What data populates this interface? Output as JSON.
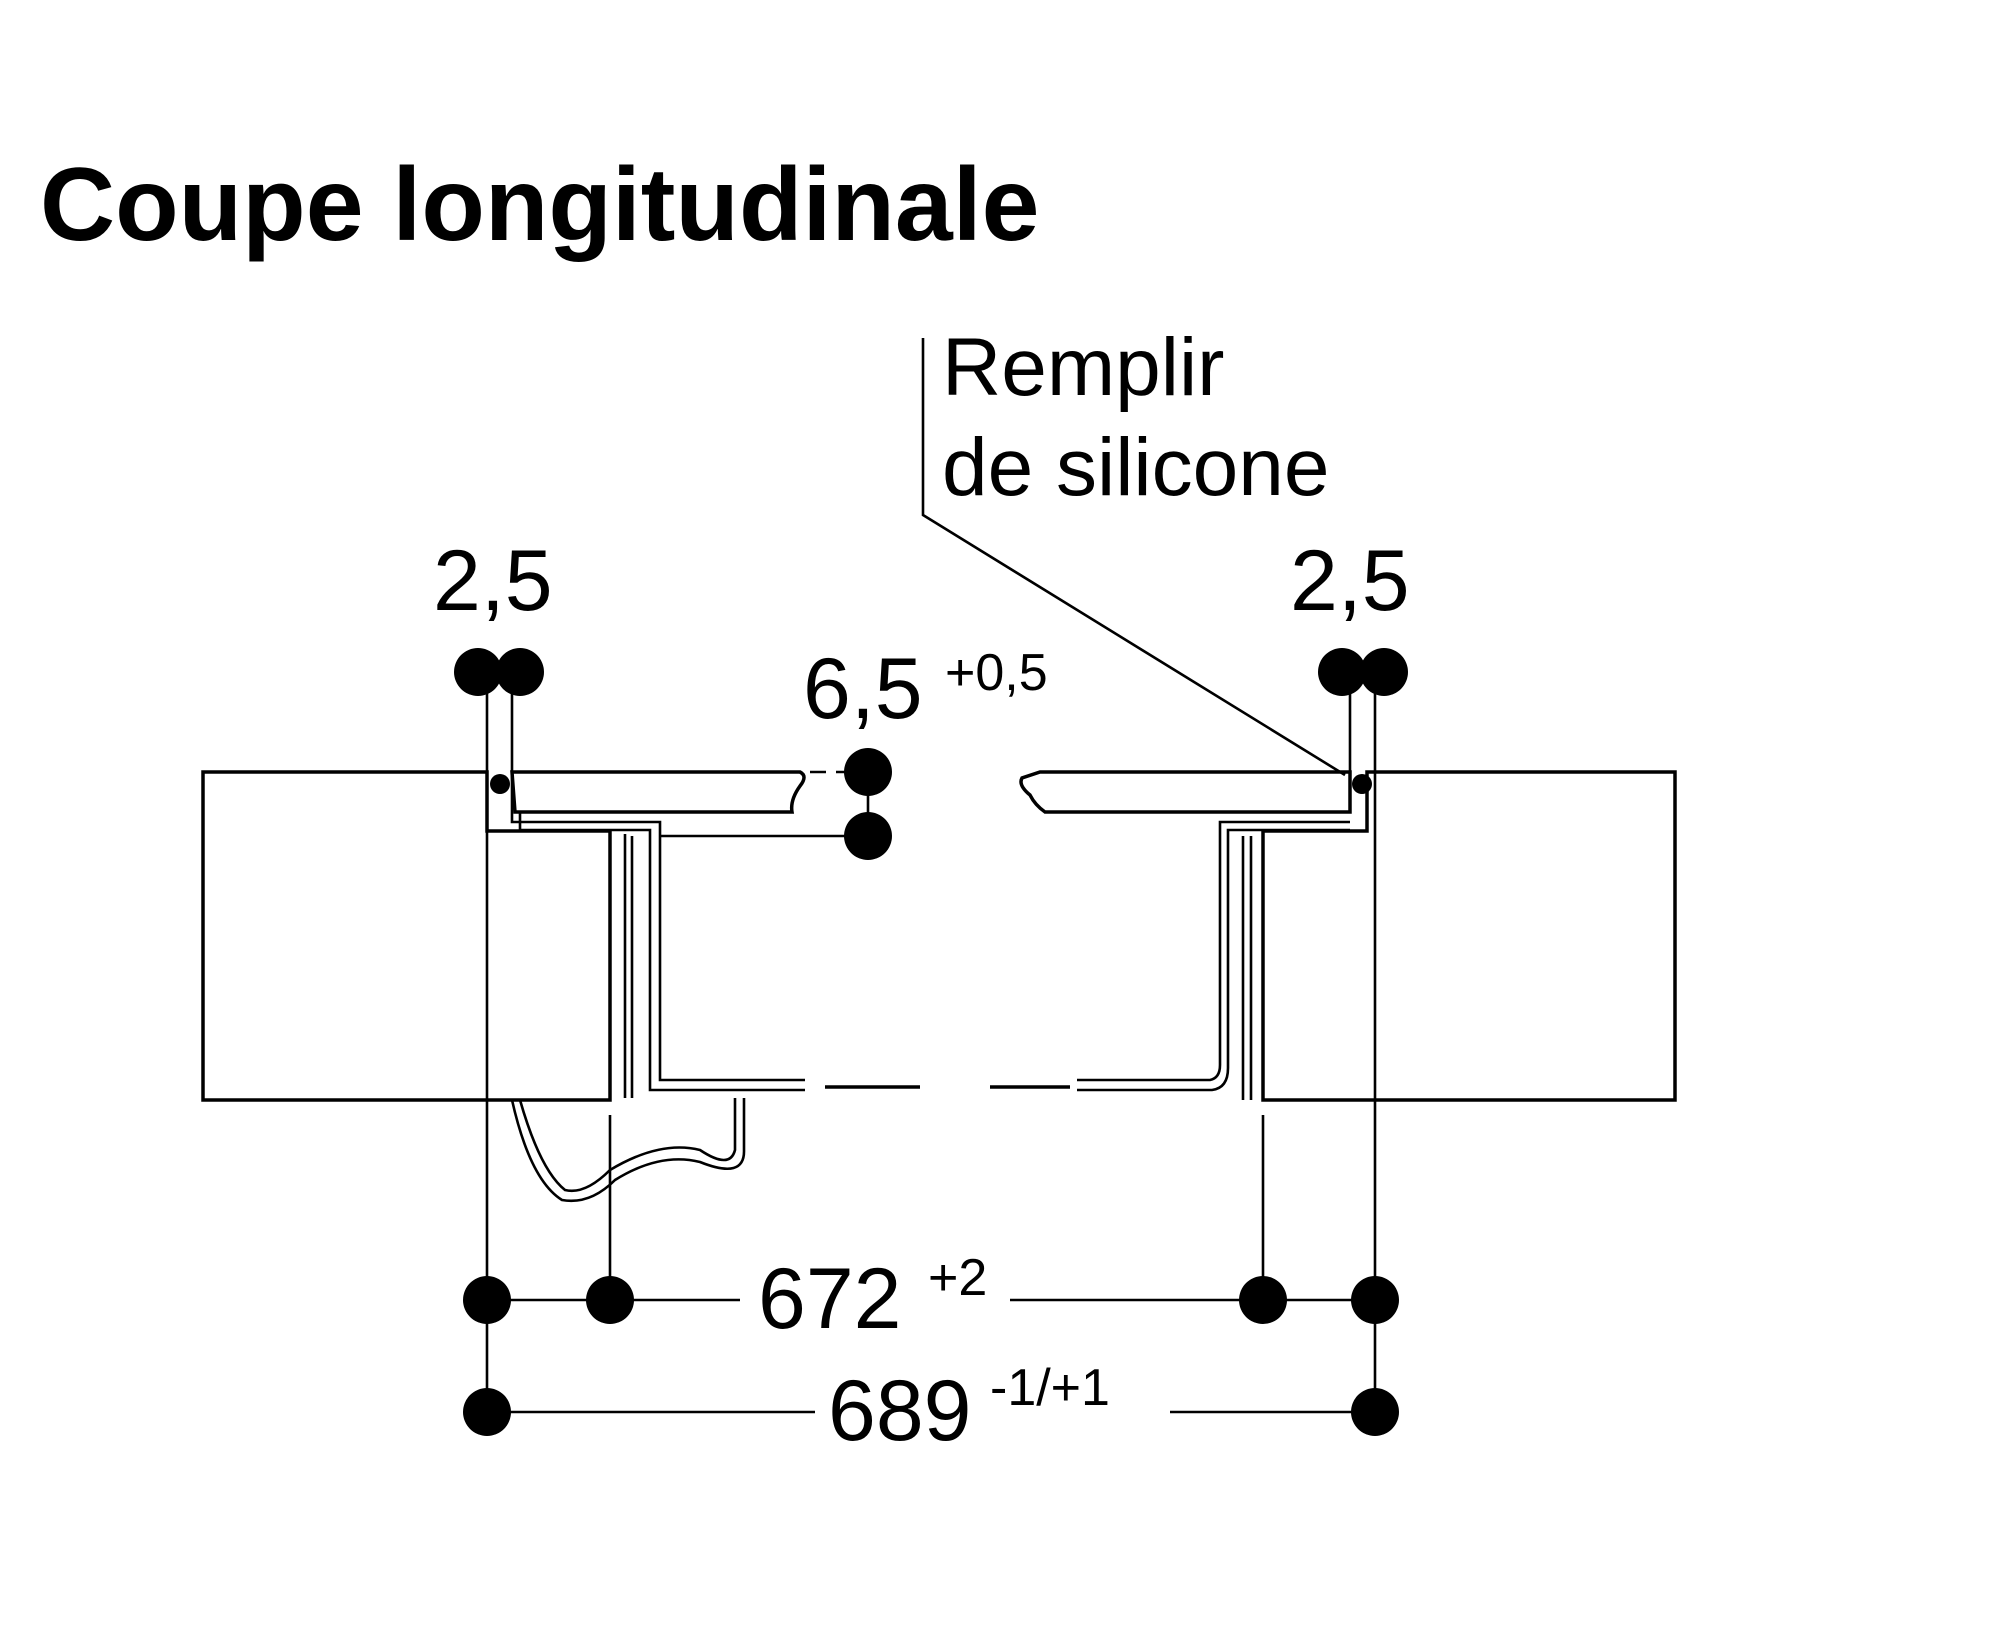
{
  "title": "Coupe longitudinale",
  "callout": {
    "line1": "Remplir",
    "line2": "de silicone"
  },
  "dimensions": {
    "gap_left": "2,5",
    "gap_right": "2,5",
    "glass_thickness": "6,5",
    "glass_thickness_tolerance": "+0,5",
    "cutout_width": "672",
    "cutout_width_tolerance": "+2",
    "overall_width": "689",
    "overall_width_tolerance": "-1/+1"
  }
}
